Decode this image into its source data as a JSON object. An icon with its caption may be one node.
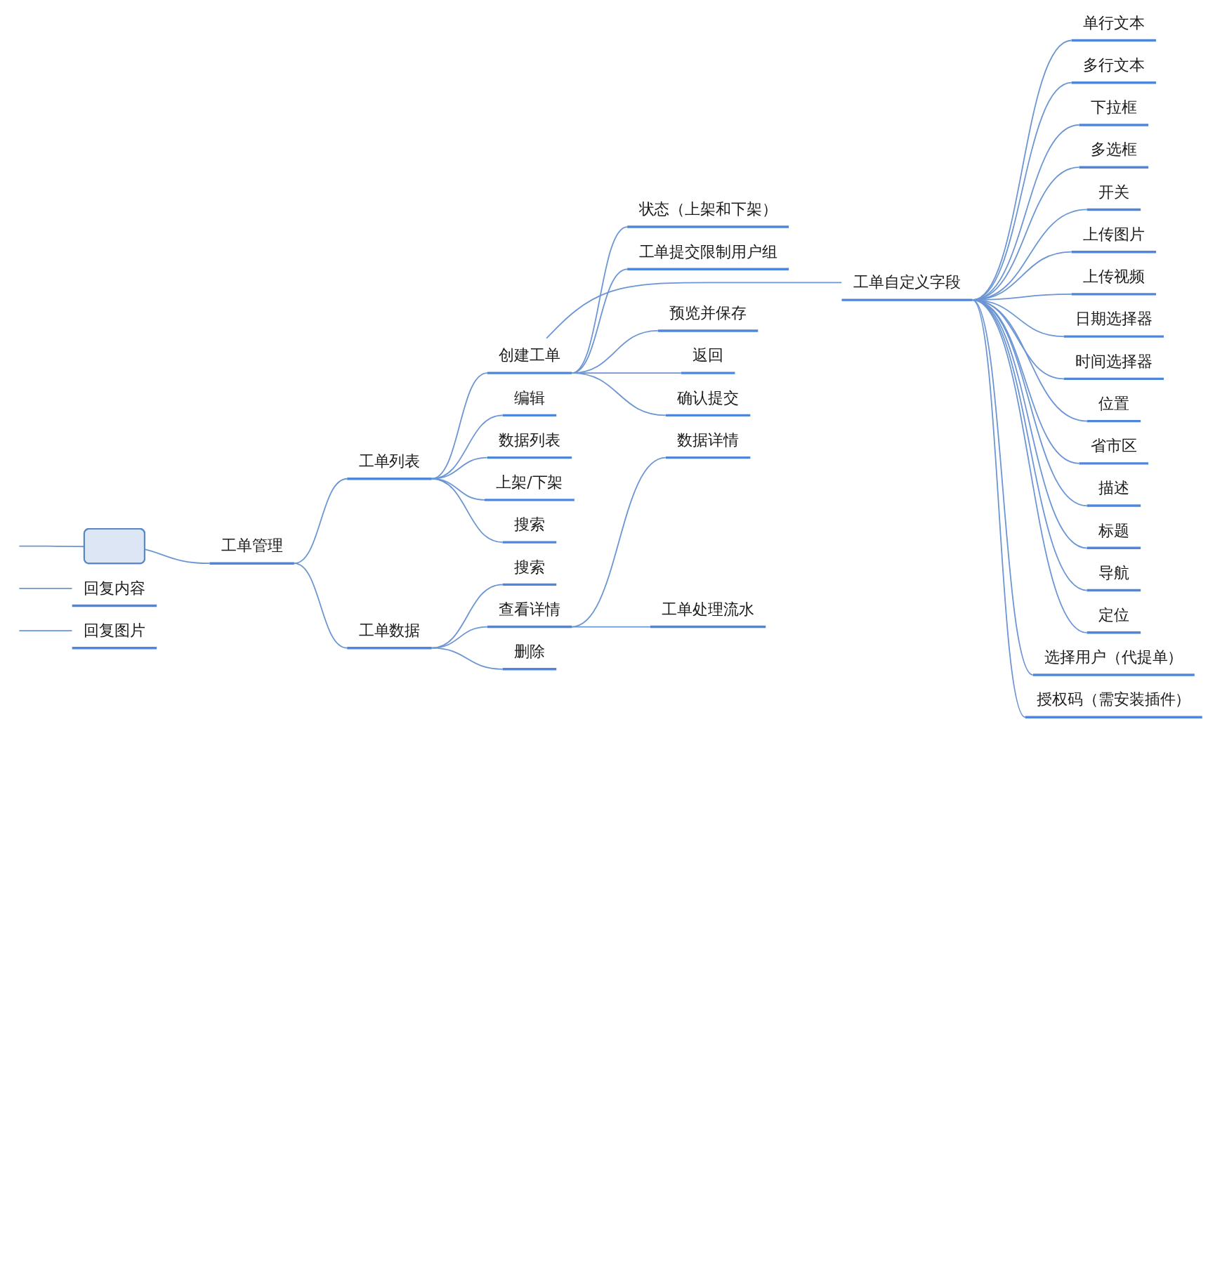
{
  "diagram": {
    "nodes": [
      {
        "text": [],
        "shape": "box"
      },
      {
        "text": [
          "工单管理"
        ]
      },
      {
        "text": [
          "工单列表"
        ]
      },
      {
        "text": [
          "创建工单"
        ]
      },
      {
        "text": [
          "状态（上架和下架）"
        ]
      },
      {
        "text": [
          "工单提交限制用户组"
        ]
      },
      {
        "text": [
          "工单自定义字段"
        ]
      },
      {
        "text": [
          "单行文本"
        ]
      },
      {
        "text": [
          "多行文本"
        ]
      },
      {
        "text": [
          "下拉框"
        ]
      },
      {
        "text": [
          "多选框"
        ]
      },
      {
        "text": [
          "开关"
        ]
      },
      {
        "text": [
          "上传图片"
        ]
      },
      {
        "text": [
          "上传视频"
        ]
      },
      {
        "text": [
          "日期选择器"
        ]
      },
      {
        "text": [
          "时间选择器"
        ]
      },
      {
        "text": [
          "位置"
        ]
      },
      {
        "text": [
          "省市区"
        ]
      },
      {
        "text": [
          "描述"
        ]
      },
      {
        "text": [
          "标题"
        ]
      },
      {
        "text": [
          "导航"
        ]
      },
      {
        "text": [
          "定位"
        ]
      },
      {
        "text": [
          "选择用户（代提单）"
        ]
      },
      {
        "text": [
          "授权码（需安装插件）"
        ]
      },
      {
        "text": [
          "预览并保存"
        ]
      },
      {
        "text": [
          "返回"
        ]
      },
      {
        "text": [
          "确认提交"
        ]
      },
      {
        "text": [
          "编辑"
        ]
      },
      {
        "text": [
          "数据列表"
        ]
      },
      {
        "text": [
          "上架/下架"
        ]
      },
      {
        "text": [
          "搜索"
        ]
      },
      {
        "text": [
          "工单数据"
        ]
      },
      {
        "text": [
          "搜索"
        ]
      },
      {
        "text": [
          "查看详情"
        ]
      },
      {
        "text": [
          "数据详情"
        ]
      },
      {
        "text": [
          "工单处理流水"
        ]
      },
      {
        "text": [
          "删除"
        ]
      },
      {
        "text": [
          "回复内容"
        ]
      },
      {
        "text": [
          "回复图片"
        ]
      }
    ],
    "edges": [
      {
        "from": null,
        "to": 0,
        "arrow": "none"
      },
      {
        "from": 0,
        "to": 1,
        "arrow": "none"
      },
      {
        "from": 1,
        "to": 2,
        "arrow": "none"
      },
      {
        "from": 2,
        "to": 3,
        "arrow": "none"
      },
      {
        "from": 3,
        "to": 4,
        "arrow": "none"
      },
      {
        "from": 3,
        "to": 5,
        "arrow": "none"
      },
      {
        "from": 3,
        "to": 6,
        "arrow": "none"
      },
      {
        "from": 6,
        "to": 7,
        "arrow": "none"
      },
      {
        "from": 6,
        "to": 8,
        "arrow": "none"
      },
      {
        "from": 6,
        "to": 9,
        "arrow": "none"
      },
      {
        "from": 6,
        "to": 10,
        "arrow": "none"
      },
      {
        "from": 6,
        "to": 11,
        "arrow": "none"
      },
      {
        "from": 6,
        "to": 12,
        "arrow": "none"
      },
      {
        "from": 6,
        "to": 13,
        "arrow": "none"
      },
      {
        "from": 6,
        "to": 14,
        "arrow": "none"
      },
      {
        "from": 6,
        "to": 15,
        "arrow": "none"
      },
      {
        "from": 6,
        "to": 16,
        "arrow": "none"
      },
      {
        "from": 6,
        "to": 17,
        "arrow": "none"
      },
      {
        "from": 6,
        "to": 18,
        "arrow": "none"
      },
      {
        "from": 6,
        "to": 19,
        "arrow": "none"
      },
      {
        "from": 6,
        "to": 20,
        "arrow": "none"
      },
      {
        "from": 6,
        "to": 21,
        "arrow": "none"
      },
      {
        "from": 6,
        "to": 22,
        "arrow": "none"
      },
      {
        "from": 6,
        "to": 23,
        "arrow": "none"
      },
      {
        "from": 3,
        "to": 24,
        "arrow": "none"
      },
      {
        "from": 3,
        "to": 25,
        "arrow": "none"
      },
      {
        "from": 3,
        "to": 26,
        "arrow": "none"
      },
      {
        "from": 2,
        "to": 27,
        "arrow": "none"
      },
      {
        "from": 2,
        "to": 28,
        "arrow": "none"
      },
      {
        "from": 2,
        "to": 29,
        "arrow": "none"
      },
      {
        "from": 2,
        "to": 30,
        "arrow": "none"
      },
      {
        "from": 1,
        "to": 31,
        "arrow": "none"
      },
      {
        "from": 31,
        "to": 32,
        "arrow": "none"
      },
      {
        "from": 31,
        "to": 33,
        "arrow": "none"
      },
      {
        "from": 33,
        "to": 34,
        "arrow": "none"
      },
      {
        "from": 33,
        "to": 35,
        "arrow": "none"
      },
      {
        "from": 31,
        "to": 36,
        "arrow": "none"
      },
      {
        "from": null,
        "to": 37,
        "arrow": "none"
      },
      {
        "from": null,
        "to": 38,
        "arrow": "none"
      }
    ]
  }
}
